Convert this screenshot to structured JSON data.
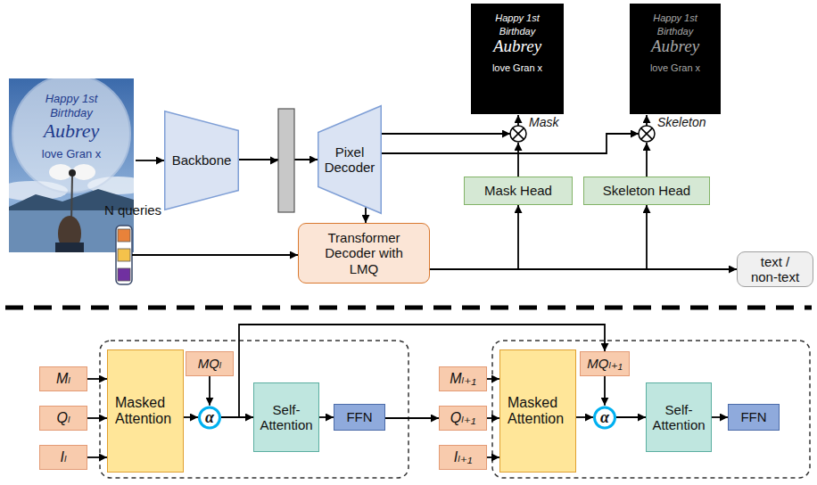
{
  "diagram": {
    "nodes": [
      {
        "text": [
          "Backbone"
        ]
      },
      {
        "text": [
          "Pixel Decoder"
        ]
      },
      {
        "text": [
          "Transformer Decoder with LMQ"
        ]
      },
      {
        "text": [
          "Mask Head"
        ]
      },
      {
        "text": [
          "Skeleton Head"
        ]
      },
      {
        "text": [
          "text / non-text"
        ]
      },
      {
        "text": [
          "Mₗ"
        ]
      },
      {
        "text": [
          "Qₗ"
        ]
      },
      {
        "text": [
          "Iₗ"
        ]
      },
      {
        "text": [
          "Masked Attention"
        ]
      },
      {
        "text": [
          "MQₗ"
        ]
      },
      {
        "text": [
          "α"
        ]
      },
      {
        "text": [
          "Self-Attention"
        ]
      },
      {
        "text": [
          "FFN"
        ]
      },
      {
        "text": [
          "Mₗ₊₁"
        ]
      },
      {
        "text": [
          "Qₗ₊₁"
        ]
      },
      {
        "text": [
          "Iₗ₊₁"
        ]
      },
      {
        "text": [
          "Masked Attention"
        ]
      },
      {
        "text": [
          "MQₗ₊₁"
        ]
      },
      {
        "text": [
          "α"
        ]
      },
      {
        "text": [
          "Self-Attention"
        ]
      },
      {
        "text": [
          "FFN"
        ]
      }
    ],
    "edges": [
      {
        "from": 0,
        "to": 1,
        "arrow": "to"
      },
      {
        "from": 1,
        "to": 2,
        "arrow": "to"
      },
      {
        "from": 2,
        "to": 3,
        "arrow": "to"
      },
      {
        "from": 2,
        "to": 4,
        "arrow": "to"
      },
      {
        "from": 2,
        "to": 5,
        "arrow": "to"
      },
      {
        "from": 6,
        "to": 9,
        "arrow": "to"
      },
      {
        "from": 7,
        "to": 9,
        "arrow": "to"
      },
      {
        "from": 8,
        "to": 9,
        "arrow": "to"
      },
      {
        "from": 9,
        "to": 11,
        "arrow": "to"
      },
      {
        "from": 10,
        "to": 11,
        "arrow": "to"
      },
      {
        "from": 11,
        "to": 12,
        "arrow": "to"
      },
      {
        "from": 12,
        "to": 13,
        "arrow": "to"
      },
      {
        "from": 13,
        "to": 15,
        "arrow": "to"
      },
      {
        "from": 11,
        "to": 18,
        "arrow": "to"
      },
      {
        "from": 14,
        "to": 17,
        "arrow": "to"
      },
      {
        "from": 15,
        "to": 17,
        "arrow": "to"
      },
      {
        "from": 16,
        "to": 17,
        "arrow": "to"
      },
      {
        "from": 17,
        "to": 19,
        "arrow": "to"
      },
      {
        "from": 18,
        "to": 19,
        "arrow": "to"
      },
      {
        "from": 19,
        "to": 20,
        "arrow": "to"
      },
      {
        "from": 20,
        "to": 21,
        "arrow": "to"
      }
    ],
    "labels": [
      "Happy 1st",
      "Birthday",
      "Aubrey",
      "love Gran x",
      "N queries",
      "Happy 1st",
      "Birthday",
      "Aubrey",
      "love Gran x",
      "Mask",
      "Happy 1st",
      "Birthday",
      "Aubrey",
      "love Gran x",
      "Skeleton"
    ]
  }
}
